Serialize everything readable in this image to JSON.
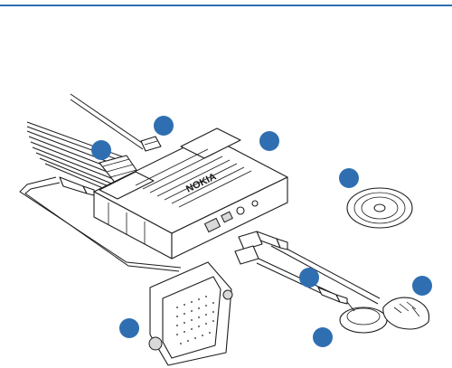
{
  "page": {
    "accent_color": "#2f6fb1",
    "background_color": "#ffffff"
  },
  "diagram": {
    "brand_text": "NOKIA",
    "callouts": [
      {
        "id": "callout-1",
        "label": ""
      },
      {
        "id": "callout-2",
        "label": ""
      },
      {
        "id": "callout-3",
        "label": ""
      },
      {
        "id": "callout-4",
        "label": ""
      },
      {
        "id": "callout-5",
        "label": ""
      },
      {
        "id": "callout-6",
        "label": ""
      },
      {
        "id": "callout-7",
        "label": ""
      },
      {
        "id": "callout-8",
        "label": ""
      }
    ],
    "components": [
      "power-cable-icon",
      "mute-cable-icon",
      "handsfree-unit-icon",
      "installation-cd-icon",
      "speaker-icon",
      "microphone-cable-icon",
      "button-unit-icon",
      "remote-control-icon"
    ]
  }
}
